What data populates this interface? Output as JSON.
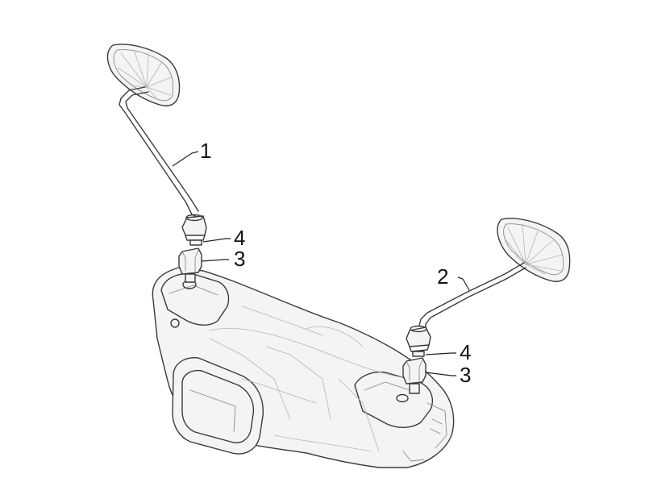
{
  "callouts": {
    "left_mirror": "1",
    "right_mirror": "2",
    "left_nut": "3",
    "left_washer": "4",
    "right_nut": "3",
    "right_washer": "4"
  },
  "colors": {
    "line": "#3a3a3a",
    "background": "#ffffff"
  }
}
